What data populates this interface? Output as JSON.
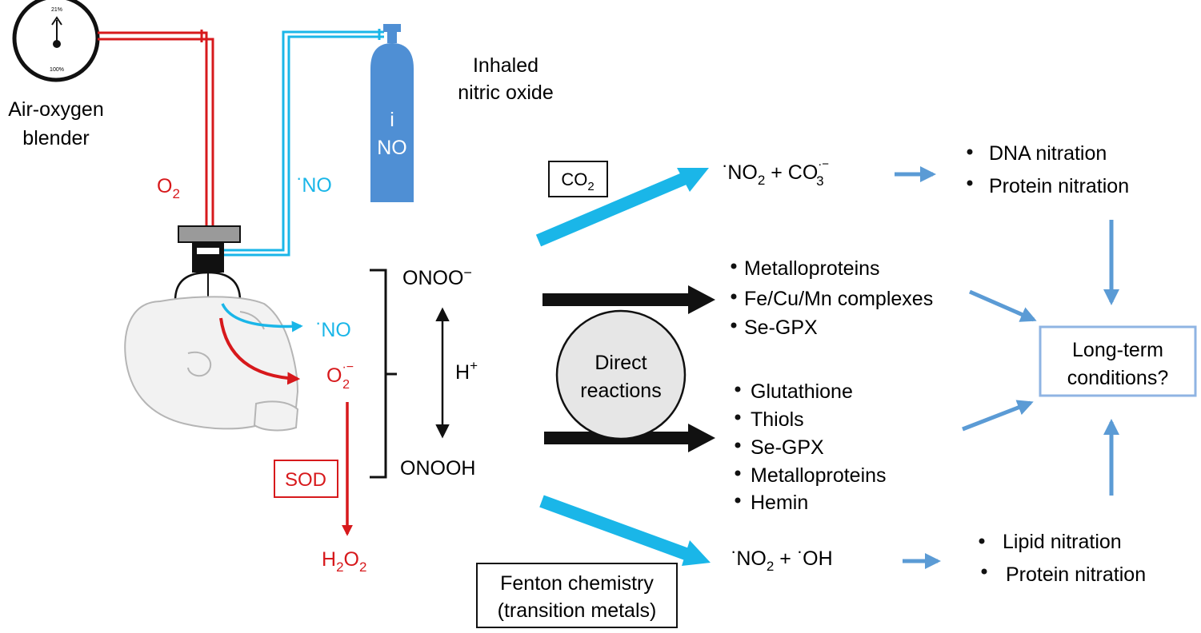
{
  "colors": {
    "red": "#d7191c",
    "cyan": "#1ab6e8",
    "blue": "#5b9bd5",
    "cylinder": "#4f8fd4",
    "box_blue": "#8fb4e3",
    "black": "#111111",
    "circle_fill": "#e6e6e6"
  },
  "blender": {
    "dial_top": "21%",
    "dial_bottom": "100%",
    "label_line1": "Air-oxygen",
    "label_line2": "blender"
  },
  "cylinder": {
    "text_i": "i",
    "text_no": "NO",
    "label_line1": "Inhaled",
    "label_line2": "nitric oxide"
  },
  "tubes": {
    "o2_main": "O",
    "o2_sub": "2",
    "no_dot": "·",
    "no_label": "NO"
  },
  "infant": {
    "no_dot": "·",
    "no_label": "NO",
    "superoxide_main": "O",
    "superoxide_sub": "2",
    "superoxide_sup": "·−",
    "sod": "SOD",
    "h2o2_a": "H",
    "h2o2_b": "2",
    "h2o2_c": "O",
    "h2o2_d": "2"
  },
  "peroxynitrite": {
    "onoo": "ONOO",
    "onoo_minus": "−",
    "h_main": "H",
    "h_plus": "+",
    "onooh": "ONOOH"
  },
  "co2_path": {
    "box_main": "CO",
    "box_sub": "2",
    "product_dot": "·",
    "product_no": "NO",
    "product_no_sub": "2",
    "product_plus": " + CO",
    "product_co_sub": "3",
    "product_co_sup": "·−",
    "outcomes": [
      "DNA nitration",
      "Protein nitration"
    ]
  },
  "direct": {
    "circle_line1": "Direct",
    "circle_line2": "reactions",
    "targets_top": [
      "Metalloproteins",
      "Fe/Cu/Mn complexes",
      "Se-GPX"
    ],
    "targets_bottom": [
      "Glutathione",
      "Thiols",
      "Se-GPX",
      "Metalloproteins",
      "Hemin"
    ]
  },
  "fenton_path": {
    "box_line1": "Fenton chemistry",
    "box_line2": "(transition metals)",
    "product_dot": "·",
    "product_no": "NO",
    "product_no_sub": "2",
    "product_plus": " + ",
    "product_oh_dot": "·",
    "product_oh": "OH",
    "outcomes": [
      "Lipid nitration",
      "Protein nitration"
    ]
  },
  "outcome": {
    "line1": "Long-term",
    "line2": "conditions?"
  }
}
